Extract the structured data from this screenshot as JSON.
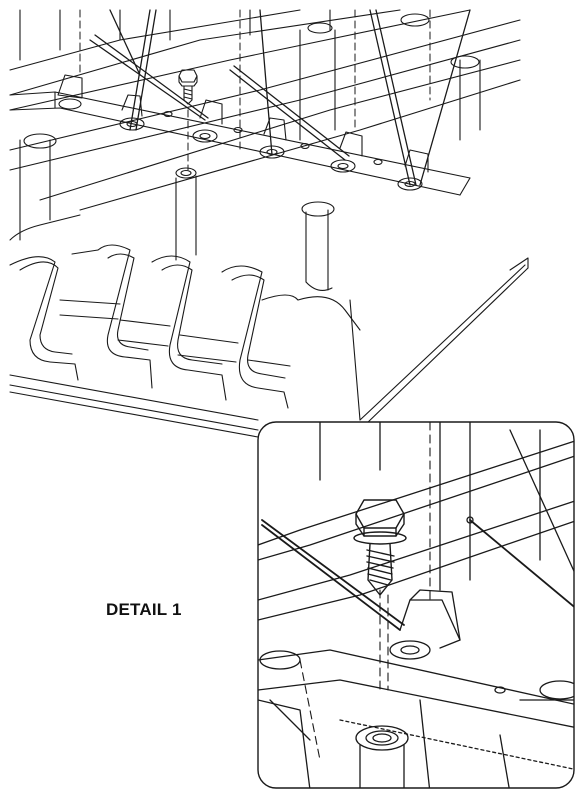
{
  "detail_label": "DETAIL 1",
  "colors": {
    "line": "#1a1a1a",
    "background": "#ffffff"
  },
  "parts": [
    "hex-screw",
    "washer",
    "bracket-tab",
    "support-post"
  ]
}
